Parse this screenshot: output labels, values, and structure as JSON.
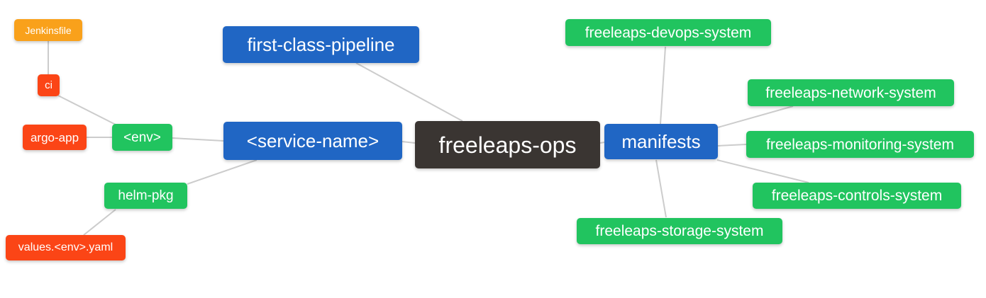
{
  "diagram": {
    "palette": {
      "blue": "#2066C4",
      "green": "#21C45F",
      "red": "#FB4516",
      "orange": "#F9A11B",
      "dark": "#3A3532",
      "edge": "#CCCCCC",
      "text": "#FFFFFF"
    },
    "nodes": {
      "jenkinsfile": {
        "label": "Jenkinsfile",
        "color": "orange"
      },
      "ci": {
        "label": "ci",
        "color": "red"
      },
      "argo_app": {
        "label": "argo-app",
        "color": "red"
      },
      "env": {
        "label": "<env>",
        "color": "green"
      },
      "helm_pkg": {
        "label": "helm-pkg",
        "color": "green"
      },
      "values_env_yaml": {
        "label": "values.<env>.yaml",
        "color": "red"
      },
      "first_class_pipeline": {
        "label": "first-class-pipeline",
        "color": "blue"
      },
      "service_name": {
        "label": "<service-name>",
        "color": "blue"
      },
      "freeleaps_ops": {
        "label": "freeleaps-ops",
        "color": "dark"
      },
      "manifests": {
        "label": "manifests",
        "color": "blue"
      },
      "devops_system": {
        "label": "freeleaps-devops-system",
        "color": "green"
      },
      "network_system": {
        "label": "freeleaps-network-system",
        "color": "green"
      },
      "monitoring_system": {
        "label": "freeleaps-monitoring-system",
        "color": "green"
      },
      "controls_system": {
        "label": "freeleaps-controls-system",
        "color": "green"
      },
      "storage_system": {
        "label": "freeleaps-storage-system",
        "color": "green"
      }
    },
    "edges": [
      [
        "jenkinsfile",
        "ci"
      ],
      [
        "ci",
        "env"
      ],
      [
        "argo_app",
        "env"
      ],
      [
        "env",
        "service_name"
      ],
      [
        "helm_pkg",
        "service_name"
      ],
      [
        "values_env_yaml",
        "helm_pkg"
      ],
      [
        "service_name",
        "freeleaps_ops"
      ],
      [
        "first_class_pipeline",
        "freeleaps_ops"
      ],
      [
        "freeleaps_ops",
        "manifests"
      ],
      [
        "manifests",
        "devops_system"
      ],
      [
        "manifests",
        "network_system"
      ],
      [
        "manifests",
        "monitoring_system"
      ],
      [
        "manifests",
        "controls_system"
      ],
      [
        "manifests",
        "storage_system"
      ]
    ]
  }
}
